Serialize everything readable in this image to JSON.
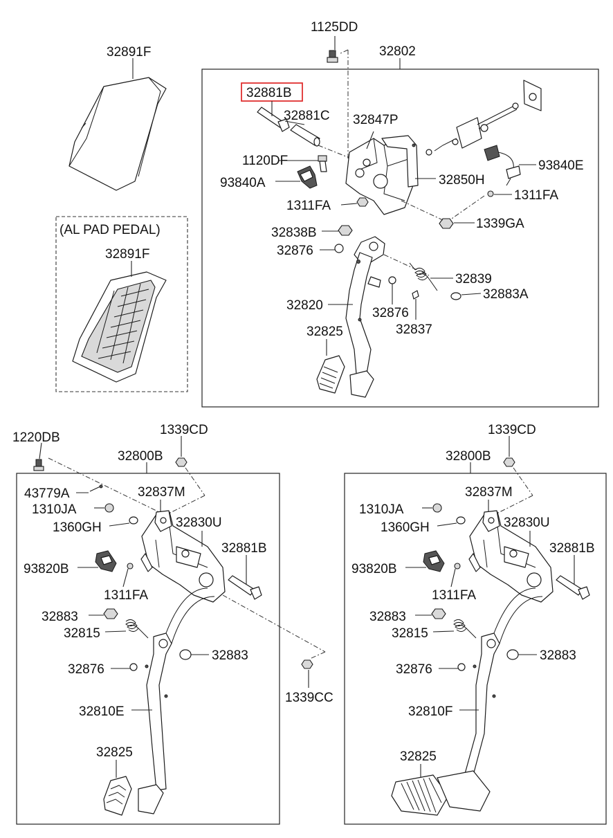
{
  "labels": {
    "l_32891F_top": "32891F",
    "l_1125DD": "1125DD",
    "l_32802": "32802",
    "l_32881B_top": "32881B",
    "l_32881C": "32881C",
    "l_32847P": "32847P",
    "l_1120DF": "1120DF",
    "l_93840E": "93840E",
    "l_93840A": "93840A",
    "l_32850H": "32850H",
    "l_1311FA_a": "1311FA",
    "l_1311FA_b": "1311FA",
    "l_32838B": "32838B",
    "l_1339GA": "1339GA",
    "l_32876_a": "32876",
    "l_32839": "32839",
    "l_32883A": "32883A",
    "l_32820": "32820",
    "l_32876_b": "32876",
    "l_32837": "32837",
    "l_32825_top": "32825",
    "l_al_pad": "(AL PAD PEDAL)",
    "l_32891F_al": "32891F",
    "l_1220DB": "1220DB",
    "l_1339CD_l": "1339CD",
    "l_32800B_l": "32800B",
    "l_43779A": "43779A",
    "l_32837M_l": "32837M",
    "l_1310JA_l": "1310JA",
    "l_1360GH_l": "1360GH",
    "l_32830U_l": "32830U",
    "l_93820B_l": "93820B",
    "l_32881B_l": "32881B",
    "l_1311FA_l": "1311FA",
    "l_32883_l1": "32883",
    "l_32815_l": "32815",
    "l_32883_l2": "32883",
    "l_32876_l": "32876",
    "l_32810E": "32810E",
    "l_1339CC": "1339CC",
    "l_32825_l": "32825",
    "l_1339CD_r": "1339CD",
    "l_32800B_r": "32800B",
    "l_1310JA_r": "1310JA",
    "l_32837M_r": "32837M",
    "l_1360GH_r": "1360GH",
    "l_32830U_r": "32830U",
    "l_93820B_r": "93820B",
    "l_32881B_r": "32881B",
    "l_1311FA_r": "1311FA",
    "l_32883_r1": "32883",
    "l_32815_r": "32815",
    "l_32883_r2": "32883",
    "l_32876_r": "32876",
    "l_32810F": "32810F",
    "l_32825_r": "32825"
  },
  "colors": {
    "highlight": "#e03030",
    "line": "#1a1a1a",
    "background": "#ffffff"
  }
}
